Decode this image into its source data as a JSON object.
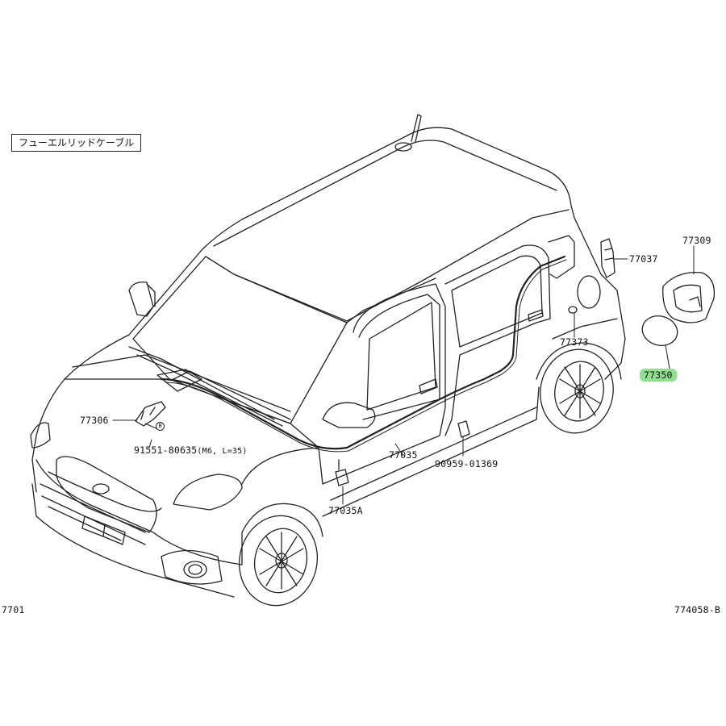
{
  "diagram": {
    "title": "フューエルリッドケーブル",
    "page_left_code": "7701",
    "page_right_code": "774058-B",
    "parts": {
      "p77306": "77306",
      "bolt_circle": "B",
      "bolt": "91551-80635",
      "bolt_spec": "(M6, L=35)",
      "p77035": "77035",
      "p77035A": "77035A",
      "clip": "90959-01369",
      "p77037": "77037",
      "p77373": "77373",
      "p77309": "77309",
      "p77350": "77350"
    },
    "highlight_color": "#8fe08f"
  }
}
